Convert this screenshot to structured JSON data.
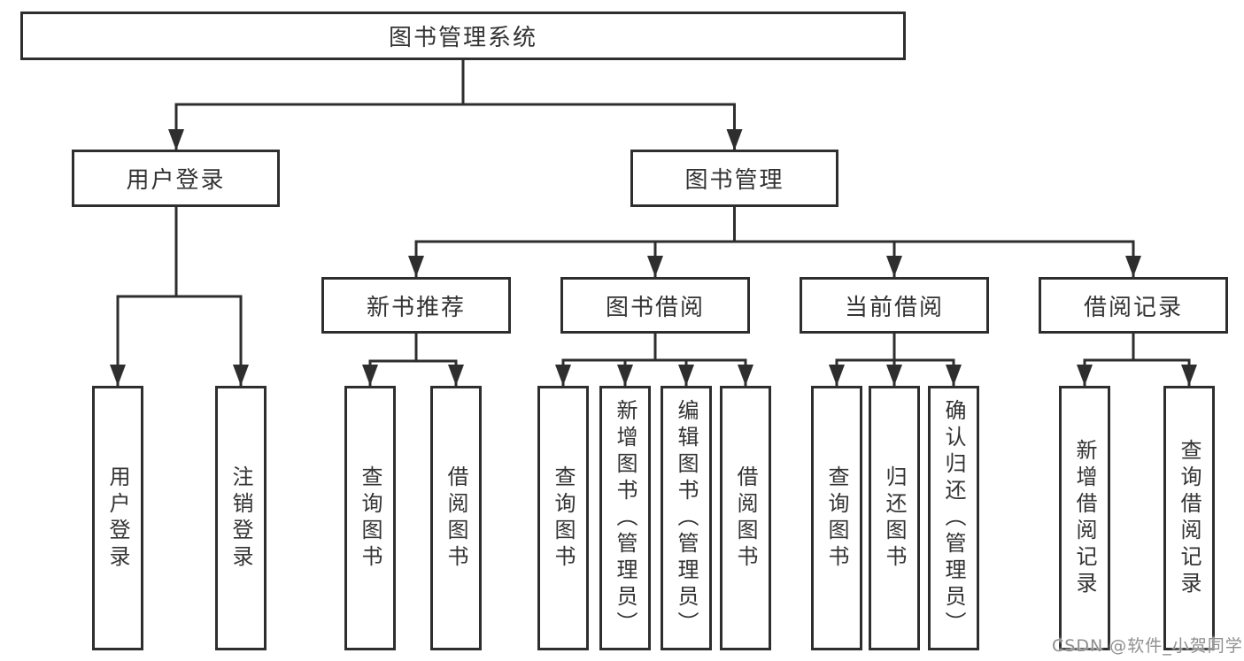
{
  "nodes": {
    "root": "图书管理系统",
    "user_login": "用户登录",
    "book_mgmt": "图书管理",
    "new_book_rec": "新书推荐",
    "book_borrow": "图书借阅",
    "current_borrow": "当前借阅",
    "borrow_records": "借阅记录",
    "leaf_user_login": "用户登录",
    "leaf_logout": "注销登录",
    "nbr_query_book": "查询图书",
    "nbr_borrow_book": "借阅图书",
    "bb_query_book": "查询图书",
    "bb_add_book": "新增图书（管理员）",
    "bb_edit_book": "编辑图书（管理员）",
    "bb_borrow_book": "借阅图书",
    "cb_query_book": "查询图书",
    "cb_return_book": "归还图书",
    "cb_confirm_return": "确认归还（管理员）",
    "br_add_record": "新增借阅记录",
    "br_query_record": "查询借阅记录"
  },
  "hierarchy": {
    "图书管理系统": [
      "用户登录",
      "图书管理"
    ],
    "用户登录": [
      "用户登录",
      "注销登录"
    ],
    "图书管理": [
      "新书推荐",
      "图书借阅",
      "当前借阅",
      "借阅记录"
    ],
    "新书推荐": [
      "查询图书",
      "借阅图书"
    ],
    "图书借阅": [
      "查询图书",
      "新增图书（管理员）",
      "编辑图书（管理员）",
      "借阅图书"
    ],
    "当前借阅": [
      "查询图书",
      "归还图书",
      "确认归还（管理员）"
    ],
    "借阅记录": [
      "新增借阅记录",
      "查询借阅记录"
    ]
  },
  "watermark": "CSDN @软件_小贺同学",
  "colors": {
    "line": "#2e2e2e",
    "text": "#333333",
    "background": "#ffffff",
    "watermark": "#8f8f8f"
  }
}
